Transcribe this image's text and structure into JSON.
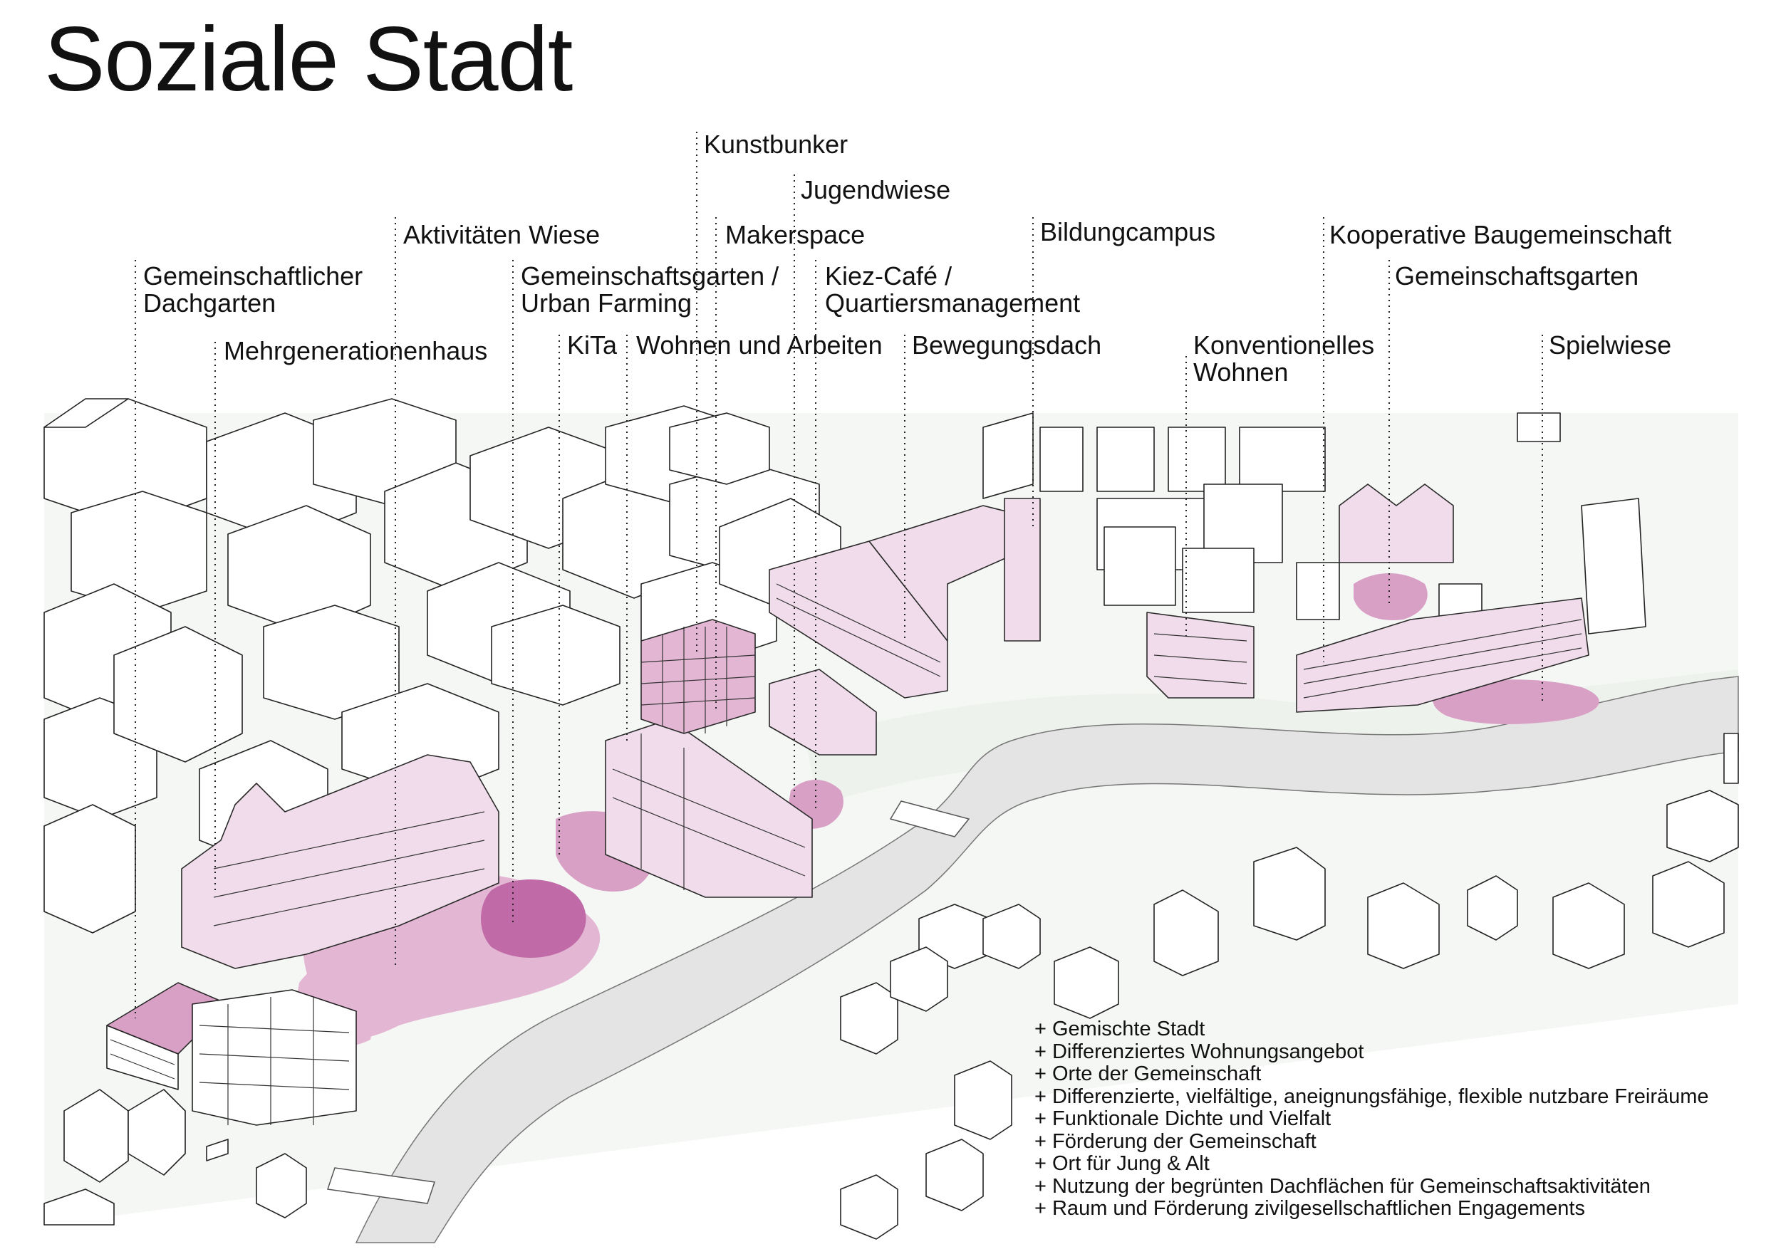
{
  "title": "Soziale Stadt",
  "labels": [
    {
      "id": "kunstbunker",
      "text": "Kunstbunker"
    },
    {
      "id": "jugendwiese",
      "text": "Jugendwiese"
    },
    {
      "id": "aktivitaeten-wiese",
      "text": "Aktivitäten Wiese"
    },
    {
      "id": "makerspace",
      "text": "Makerspace"
    },
    {
      "id": "bildungcampus",
      "text": "Bildungcampus"
    },
    {
      "id": "kooperative-baugemeinschaft",
      "text": "Kooperative Baugemeinschaft"
    },
    {
      "id": "gemeinschaftlicher-dachgarten",
      "text": "Gemeinschaftlicher\nDachgarten"
    },
    {
      "id": "gemeinschaftsgarten-urban-farming",
      "text": "Gemeinschaftsgarten /\nUrban Farming"
    },
    {
      "id": "kiez-cafe",
      "text": "Kiez-Café /\nQuartiersmanagement"
    },
    {
      "id": "gemeinschaftsgarten",
      "text": "Gemeinschaftsgarten"
    },
    {
      "id": "mehrgenerationenhaus",
      "text": "Mehrgenerationenhaus"
    },
    {
      "id": "kita",
      "text": "KiTa"
    },
    {
      "id": "wohnen-und-arbeiten",
      "text": "Wohnen und Arbeiten"
    },
    {
      "id": "bewegungsdach",
      "text": "Bewegungsdach"
    },
    {
      "id": "konventionelles-wohnen",
      "text": "Konventionelles\nWohnen"
    },
    {
      "id": "spielwiese",
      "text": "Spielwiese"
    }
  ],
  "notes": [
    "+ Gemischte Stadt",
    "+ Differenziertes Wohnungsangebot",
    "+ Orte der Gemeinschaft",
    "+ Differenzierte, vielfältige, aneignungsfähige, flexible nutzbare Freiräume",
    "+ Funktionale Dichte und Vielfalt",
    "+ Förderung der Gemeinschaft",
    "+ Ort für Jung & Alt",
    "+ Nutzung der begrünten Dachflächen für Gemeinschaftsaktivitäten",
    "+ Raum und Förderung zivilgesellschaftlichen Engagements"
  ],
  "colors": {
    "river": "#e6e6e6",
    "highlight_light": "#f0dcea",
    "highlight_mid": "#d9a0c6",
    "highlight_dark": "#c06ba8",
    "ground": "#f4f6f3"
  }
}
